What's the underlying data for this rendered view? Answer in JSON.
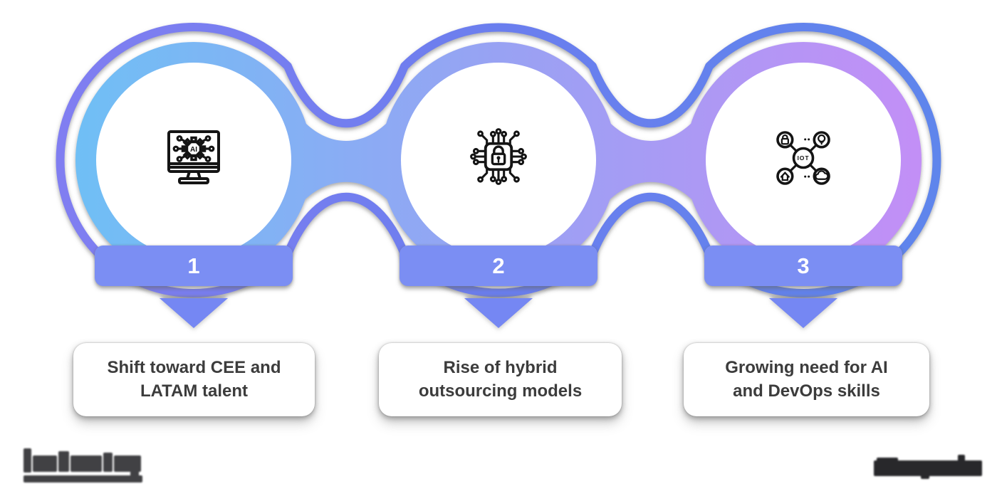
{
  "steps": [
    {
      "number": "1",
      "label": "Shift toward CEE and LATAM talent",
      "icon": "ai-monitor-icon"
    },
    {
      "number": "2",
      "label": "Rise of hybrid outsourcing models",
      "icon": "security-chip-icon"
    },
    {
      "number": "3",
      "label": "Growing need for AI and DevOps skills",
      "icon": "iot-network-icon"
    }
  ],
  "icon_labels": {
    "ai": "AI",
    "iot": "IOT"
  },
  "decorations": {
    "arrow_icon": "triangle-down"
  },
  "colors": {
    "fill_gradient": [
      "#6ec0f5",
      "#98a2f3",
      "#c48ef6"
    ],
    "ring_gradient": [
      "#807ef1",
      "#6b7eee",
      "#5e85ec"
    ],
    "band": "#7b8ef3",
    "arrow": "#7587f3",
    "label_text": "#3c3c3c",
    "number_text": "#ffffff"
  },
  "footer": {
    "left_logo_icon": "redacted-wordmark-underlined",
    "right_logo_icon": "redacted-wordmark"
  }
}
